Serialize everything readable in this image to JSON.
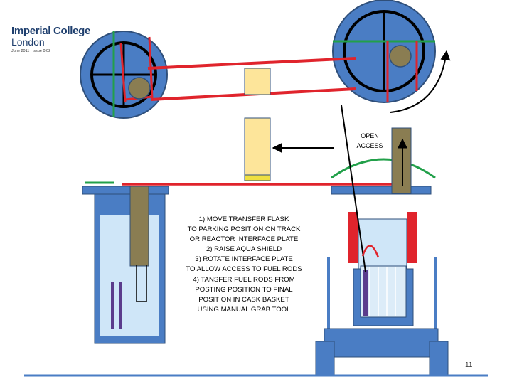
{
  "branding": {
    "institution_line1": "Imperial College",
    "institution_line2": "London",
    "date_issue": "June 2011 | Issue 0.02"
  },
  "labels": {
    "open_access_line1": "OPEN",
    "open_access_line2": "ACCESS"
  },
  "instructions": {
    "lines": [
      "1) MOVE TRANSFER FLASK",
      "TO PARKING POSITION ON TRACK",
      "OR REACTOR INTERFACE PLATE",
      "2) RAISE AQUA SHIELD",
      "3) ROTATE INTERFACE PLATE",
      "TO ALLOW ACCESS TO FUEL RODS",
      "4) TANSFER FUEL RODS FROM",
      "POSTING POSITION TO FINAL",
      "POSITION IN CASK BASKET",
      "USING MANUAL GRAB TOOL"
    ]
  },
  "slide": {
    "number": "11"
  },
  "colors": {
    "steel_blue": "#4a7dc4",
    "dark_outline": "#2f4f7a",
    "water": "#cfe6f8",
    "olive": "#8a7d52",
    "rail_red": "#e0242c",
    "fuel_yellow": "#fde59a",
    "shield_green": "#22a04a",
    "rod_purple": "#5b3c8c"
  }
}
